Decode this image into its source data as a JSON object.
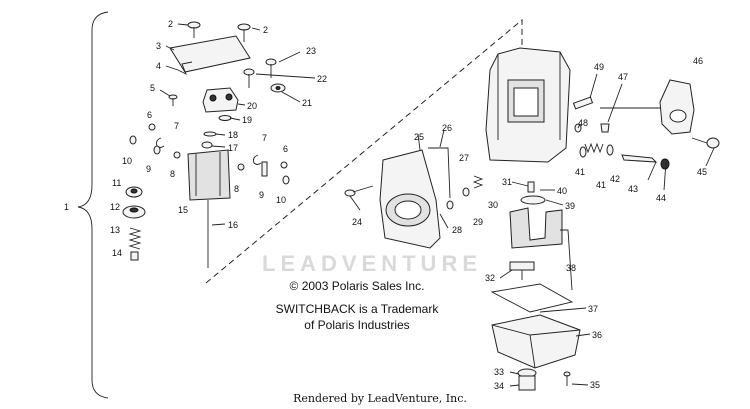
{
  "watermark": "LEADVENTURE",
  "copyright": "© 2003 Polaris Sales Inc.",
  "trademark_line1": "SWITCHBACK is a Trademark",
  "trademark_line2": "of Polaris Industries",
  "rendered_by": "Rendered by LeadVenture, Inc.",
  "callouts": {
    "c1": "1",
    "c2a": "2",
    "c2b": "2",
    "c3": "3",
    "c4": "4",
    "c5": "5",
    "c6a": "6",
    "c6b": "6",
    "c7a": "7",
    "c7b": "7",
    "c8a": "8",
    "c8b": "8",
    "c9a": "9",
    "c9b": "9",
    "c10a": "10",
    "c10b": "10",
    "c11": "11",
    "c12": "12",
    "c13": "13",
    "c14": "14",
    "c15": "15",
    "c16": "16",
    "c17": "17",
    "c18": "18",
    "c19": "19",
    "c20": "20",
    "c21": "21",
    "c22": "22",
    "c23": "23",
    "c24": "24",
    "c25": "25",
    "c26": "26",
    "c27": "27",
    "c28": "28",
    "c29": "29",
    "c30": "30",
    "c31": "31",
    "c32": "32",
    "c33": "33",
    "c34": "34",
    "c35": "35",
    "c36": "36",
    "c37": "37",
    "c38": "38",
    "c39": "39",
    "c40": "40",
    "c41a": "41",
    "c41b": "41",
    "c42": "42",
    "c43": "43",
    "c44": "44",
    "c45": "45",
    "c46": "46",
    "c47": "47",
    "c48": "48",
    "c49": "49"
  }
}
